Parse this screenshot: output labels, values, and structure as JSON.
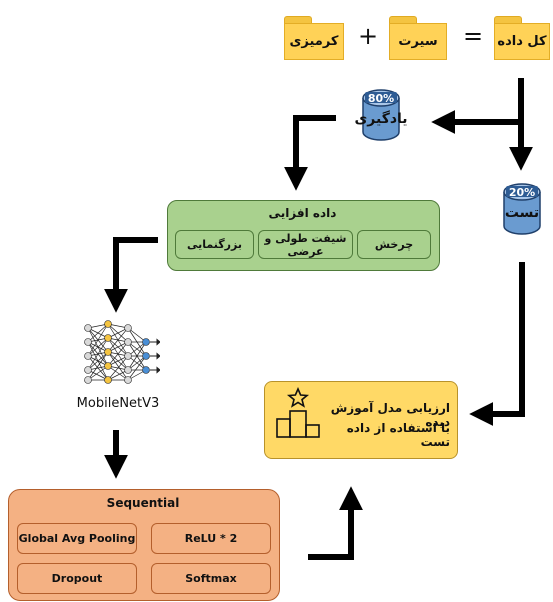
{
  "folders": {
    "total": "کل داده",
    "sirt": "سیرت",
    "kermizi": "کرمیزی"
  },
  "operators": {
    "equals": "=",
    "plus": "+"
  },
  "train": {
    "label": "یادگیری",
    "percent": "80%"
  },
  "test": {
    "label": "تست",
    "percent": "20%"
  },
  "augmentation": {
    "title": "داده افزایی",
    "items": [
      "چرخش",
      "شیفت طولی و عرضی",
      "بزرگنمایی"
    ]
  },
  "model": {
    "label": "MobileNetV3"
  },
  "sequential": {
    "title": "Sequential",
    "items": [
      "Global Avg Pooling",
      "ReLU * 2",
      "Dropout",
      "Softmax"
    ]
  },
  "evaluation": {
    "line1": "ارزیابی مدل آموزش دیده",
    "line2": "با استفاده از داده تست"
  }
}
